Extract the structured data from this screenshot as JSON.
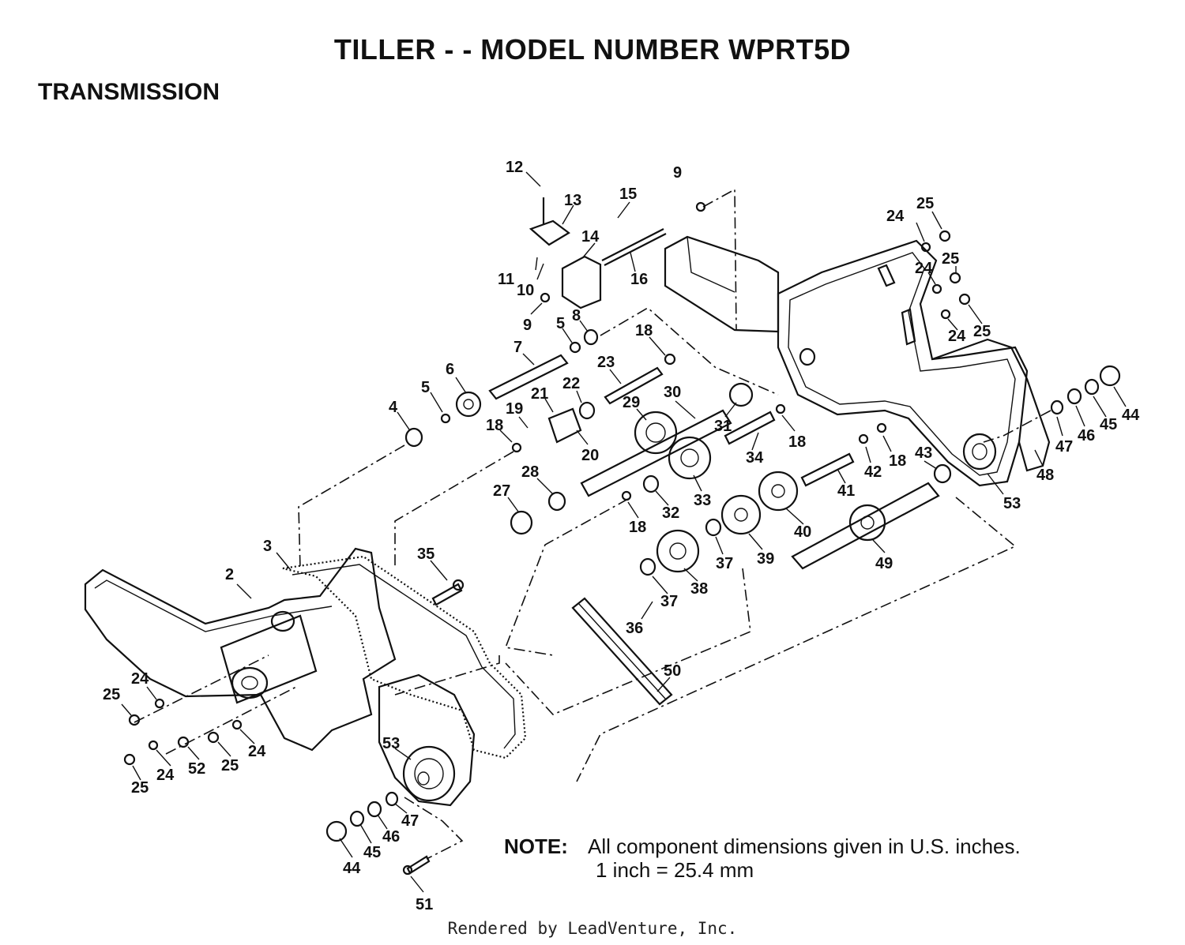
{
  "title": "TILLER - - MODEL NUMBER WPRT5D",
  "section": "TRANSMISSION",
  "note": {
    "label": "NOTE:",
    "line1": "All component dimensions given in U.S. inches.",
    "line2": "1 inch = 25.4 mm"
  },
  "footer": "Rendered by LeadVenture, Inc.",
  "callouts": [
    {
      "num": "12"
    },
    {
      "num": "13"
    },
    {
      "num": "15"
    },
    {
      "num": "9"
    },
    {
      "num": "14"
    },
    {
      "num": "11"
    },
    {
      "num": "10"
    },
    {
      "num": "16"
    },
    {
      "num": "9"
    },
    {
      "num": "5"
    },
    {
      "num": "8"
    },
    {
      "num": "18"
    },
    {
      "num": "7"
    },
    {
      "num": "23"
    },
    {
      "num": "6"
    },
    {
      "num": "5"
    },
    {
      "num": "4"
    },
    {
      "num": "22"
    },
    {
      "num": "21"
    },
    {
      "num": "19"
    },
    {
      "num": "18"
    },
    {
      "num": "20"
    },
    {
      "num": "29"
    },
    {
      "num": "30"
    },
    {
      "num": "31"
    },
    {
      "num": "18"
    },
    {
      "num": "34"
    },
    {
      "num": "33"
    },
    {
      "num": "28"
    },
    {
      "num": "27"
    },
    {
      "num": "18"
    },
    {
      "num": "32"
    },
    {
      "num": "3"
    },
    {
      "num": "35"
    },
    {
      "num": "2"
    },
    {
      "num": "38"
    },
    {
      "num": "37"
    },
    {
      "num": "39"
    },
    {
      "num": "40"
    },
    {
      "num": "37"
    },
    {
      "num": "36"
    },
    {
      "num": "41"
    },
    {
      "num": "42"
    },
    {
      "num": "18"
    },
    {
      "num": "43"
    },
    {
      "num": "49"
    },
    {
      "num": "53"
    },
    {
      "num": "48"
    },
    {
      "num": "47"
    },
    {
      "num": "46"
    },
    {
      "num": "45"
    },
    {
      "num": "44"
    },
    {
      "num": "24"
    },
    {
      "num": "25"
    },
    {
      "num": "24"
    },
    {
      "num": "25"
    },
    {
      "num": "24"
    },
    {
      "num": "25"
    },
    {
      "num": "50"
    },
    {
      "num": "25"
    },
    {
      "num": "24"
    },
    {
      "num": "24"
    },
    {
      "num": "52"
    },
    {
      "num": "25"
    },
    {
      "num": "25"
    },
    {
      "num": "24"
    },
    {
      "num": "53"
    },
    {
      "num": "47"
    },
    {
      "num": "46"
    },
    {
      "num": "45"
    },
    {
      "num": "44"
    },
    {
      "num": "51"
    }
  ]
}
